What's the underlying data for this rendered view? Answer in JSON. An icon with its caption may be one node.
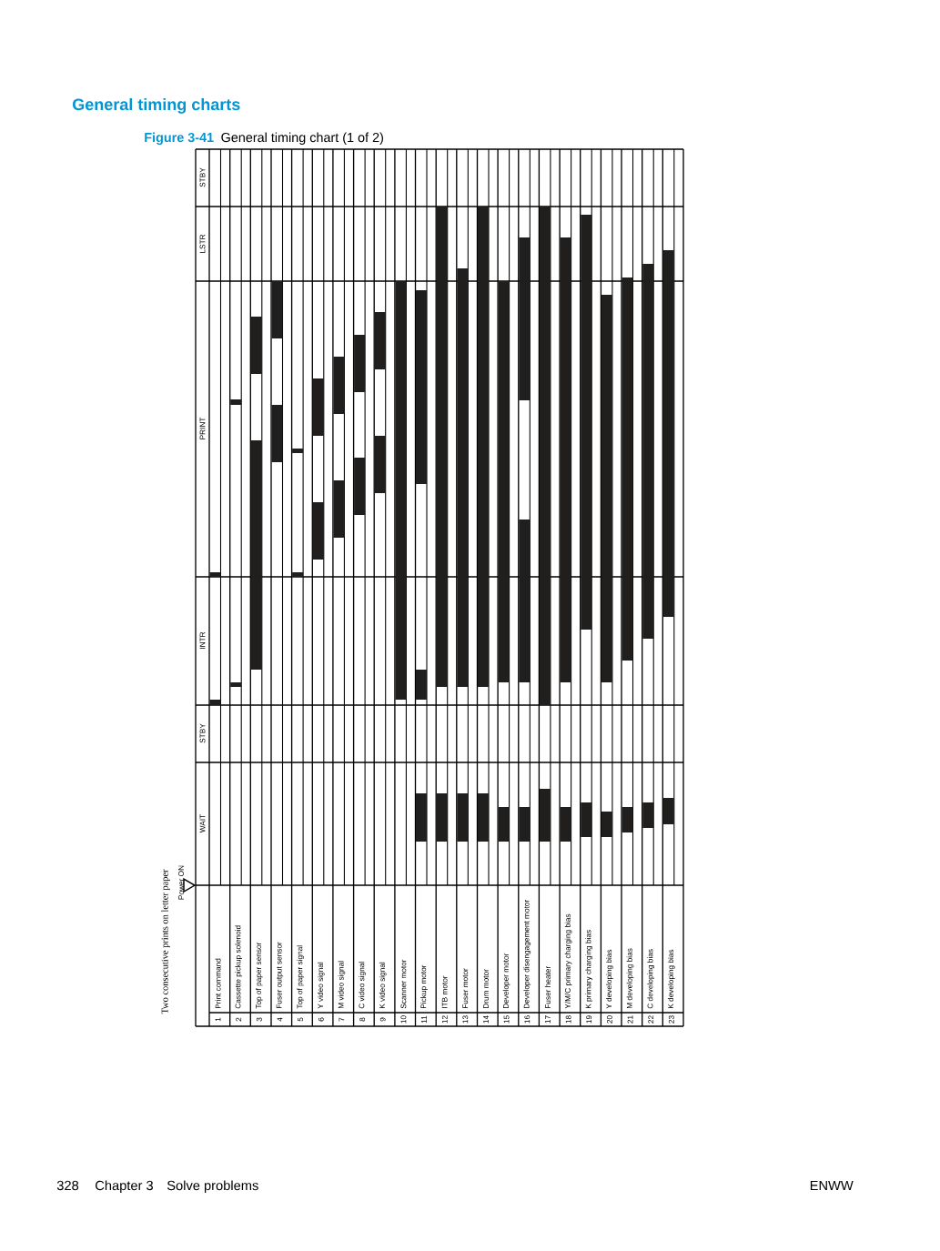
{
  "diagram": {
    "title": "General timing charts",
    "caption": "General timing chart (1 of 2)",
    "labels": [
      "Figure 3-41",
      "STBY",
      "LSTR",
      "PRINT",
      "INTR",
      "STBY",
      "WAIT",
      "Two consecutive prints on letter paper",
      "Power ON",
      "1",
      "Print command",
      "2",
      "Cassette pickup solenoid",
      "3",
      "Top of paper sensor",
      "4",
      "Fuser output sensor",
      "5",
      "Top of paper signal",
      "6",
      "Y video signal",
      "7",
      "M video signal",
      "8",
      "C video signal",
      "9",
      "K video signal",
      "10",
      "Scanner motor",
      "11",
      "Pickup motor",
      "12",
      "ITB motor",
      "13",
      "Fuser motor",
      "14",
      "Drum motor",
      "15",
      "Developer motor",
      "16",
      "Developer disengagement motor",
      "17",
      "Fuser heater",
      "18",
      "Y/M/C primary charging bias",
      "19",
      "K primary charging bias",
      "20",
      "Y developing bias",
      "21",
      "M developing bias",
      "22",
      "C developing bias",
      "23",
      "K developing bias",
      "328",
      "Chapter 3",
      "Solve problems",
      "ENWW"
    ]
  }
}
